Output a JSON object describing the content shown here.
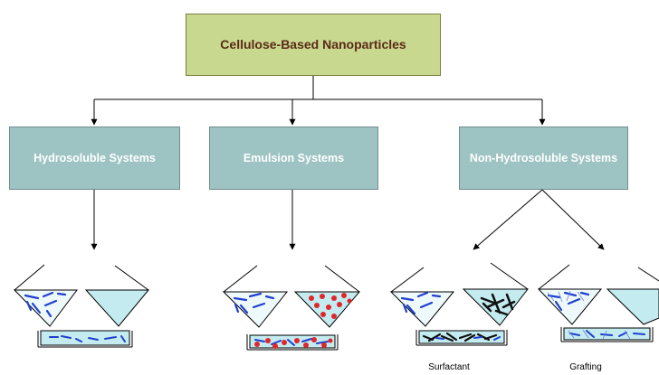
{
  "root": {
    "label": "Cellulose-Based Nanoparticles"
  },
  "categories": [
    {
      "label": "Hydrosoluble Systems"
    },
    {
      "label": "Emulsion Systems"
    },
    {
      "label": "Non-Hydrosoluble Systems"
    }
  ],
  "captions": {
    "surfactant": "Surfactant",
    "grafting": "Grafting"
  },
  "colors": {
    "root_fill": "#c9d88f",
    "root_text": "#5a2a17",
    "category_fill": "#9ec3c3",
    "category_text": "#ffffff",
    "water": "#c4ebef",
    "fiber": "#1f3fcf",
    "droplet": "#e0262b",
    "polymer": "#111111"
  }
}
